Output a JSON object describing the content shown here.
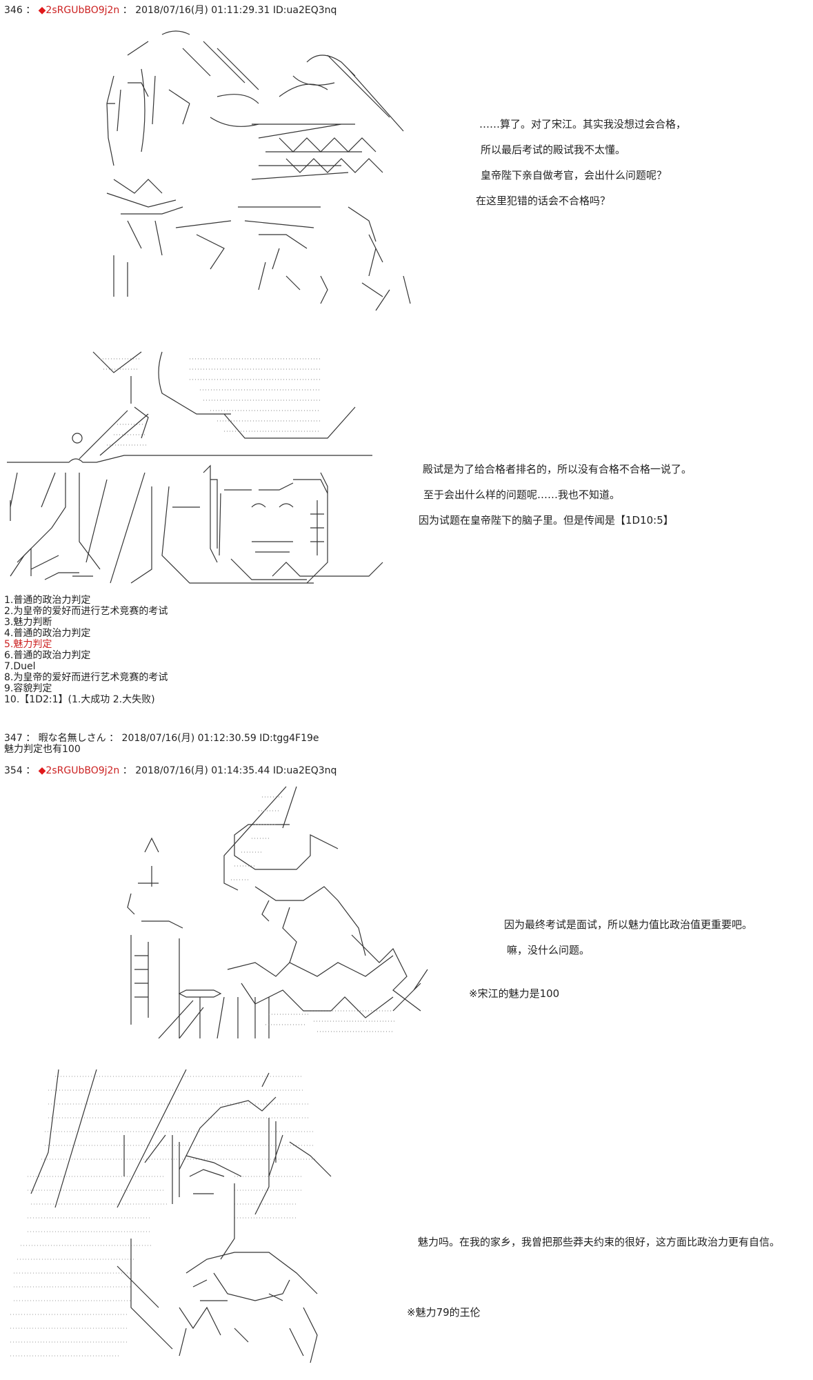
{
  "posts": [
    {
      "number": "346",
      "separator": "：",
      "trip_marker": "◆",
      "name": "2sRGUbBO9j2n",
      "date": "2018/07/16(月) 01:11:29.31",
      "id": "ID:ua2EQ3nq",
      "panels": [
        {
          "art": "ascii-art-two-characters-talking",
          "lines": [
            "……算了。对了宋江。其实我没想过会合格，",
            "所以最后考试的殿试我不太懂。",
            "皇帝陛下亲自做考官，会出什么问题呢？",
            "在这里犯错的话会不合格吗？"
          ]
        },
        {
          "art": "ascii-art-character-at-desk-with-round-face",
          "lines": [
            "殿试是为了给合格者排名的，所以没有合格不合格一说了。",
            "至于会出什么样的问题呢……我也不知道。",
            "因为试题在皇帝陛下的脑子里。但是传闻是【1D10:5】"
          ]
        }
      ],
      "choices": [
        {
          "text": "1.普通的政治力判定",
          "highlight": false
        },
        {
          "text": "2.为皇帝的爱好而进行艺术竞赛的考试",
          "highlight": false
        },
        {
          "text": "3.魅力判断",
          "highlight": false
        },
        {
          "text": "4.普通的政治力判定",
          "highlight": false
        },
        {
          "text": "5.魅力判定",
          "highlight": true
        },
        {
          "text": "6.普通的政治力判定",
          "highlight": false
        },
        {
          "text": "7.Duel",
          "highlight": false
        },
        {
          "text": "8.为皇帝的爱好而进行艺术竞赛的考试",
          "highlight": false
        },
        {
          "text": "9.容貌判定",
          "highlight": false
        },
        {
          "text": "10.【1D2:1】(1.大成功 2.大失败)",
          "highlight": false
        }
      ]
    },
    {
      "number": "347",
      "separator": "：",
      "name": "暇な名無しさん",
      "date": "2018/07/16(月) 01:12:30.59",
      "id": "ID:tgg4F19e",
      "body": "魅力判定也有100"
    },
    {
      "number": "354",
      "separator": "：",
      "trip_marker": "◆",
      "name": "2sRGUbBO9j2n",
      "date": "2018/07/16(月) 01:14:35.44",
      "id": "ID:ua2EQ3nq",
      "panels": [
        {
          "art": "ascii-art-character-with-candle-and-hat",
          "lines": [
            "因为最终考试是面试，所以魅力值比政治值更重要吧。",
            "嘛，没什么问题。"
          ],
          "note": "※宋江的魅力是100"
        },
        {
          "art": "ascii-art-portrait-wang-lun",
          "lines": [
            "魅力吗。在我的家乡，我曾把那些莽夫约束的很好，这方面比政治力更有自信。"
          ],
          "note": "※魅力79的王伦"
        }
      ]
    }
  ],
  "colors": {
    "trip": "#cc2222",
    "diamond": "#e0191b",
    "highlight": "#cc2222",
    "text": "#222222",
    "background": "#ffffff"
  }
}
